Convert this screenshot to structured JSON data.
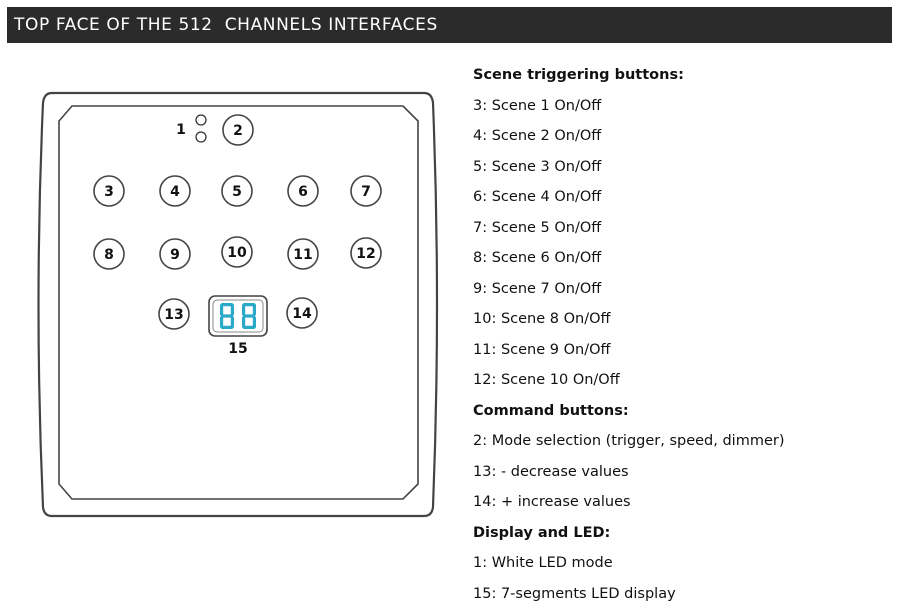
{
  "title": "TOP FACE OF THE 512  CHANNELS INTERFACES",
  "device": {
    "led_label": "1",
    "display_label": "15",
    "display_digits": "88",
    "colors": {
      "outline": "#444444",
      "display": "#2aa9c9"
    },
    "buttons": [
      {
        "label": "2"
      },
      {
        "label": "3"
      },
      {
        "label": "4"
      },
      {
        "label": "5"
      },
      {
        "label": "6"
      },
      {
        "label": "7"
      },
      {
        "label": "8"
      },
      {
        "label": "9"
      },
      {
        "label": "10"
      },
      {
        "label": "11"
      },
      {
        "label": "12"
      },
      {
        "label": "13"
      },
      {
        "label": "14"
      }
    ]
  },
  "legend": {
    "scene_heading": "Scene triggering buttons:",
    "scene_items": [
      "3: Scene 1 On/Off",
      "4: Scene 2 On/Off",
      "5: Scene 3 On/Off",
      "6: Scene 4 On/Off",
      "7: Scene 5 On/Off",
      "8: Scene 6 On/Off",
      "9: Scene 7 On/Off",
      "10: Scene 8 On/Off",
      "11: Scene 9 On/Off",
      "12: Scene 10 On/Off"
    ],
    "command_heading": "Command buttons:",
    "command_items": [
      "2: Mode selection (trigger, speed, dimmer)",
      "13: - decrease values",
      "14: + increase values"
    ],
    "display_heading": "Display and LED:",
    "display_items": [
      "1: White LED mode",
      "15: 7-segments LED display"
    ]
  }
}
